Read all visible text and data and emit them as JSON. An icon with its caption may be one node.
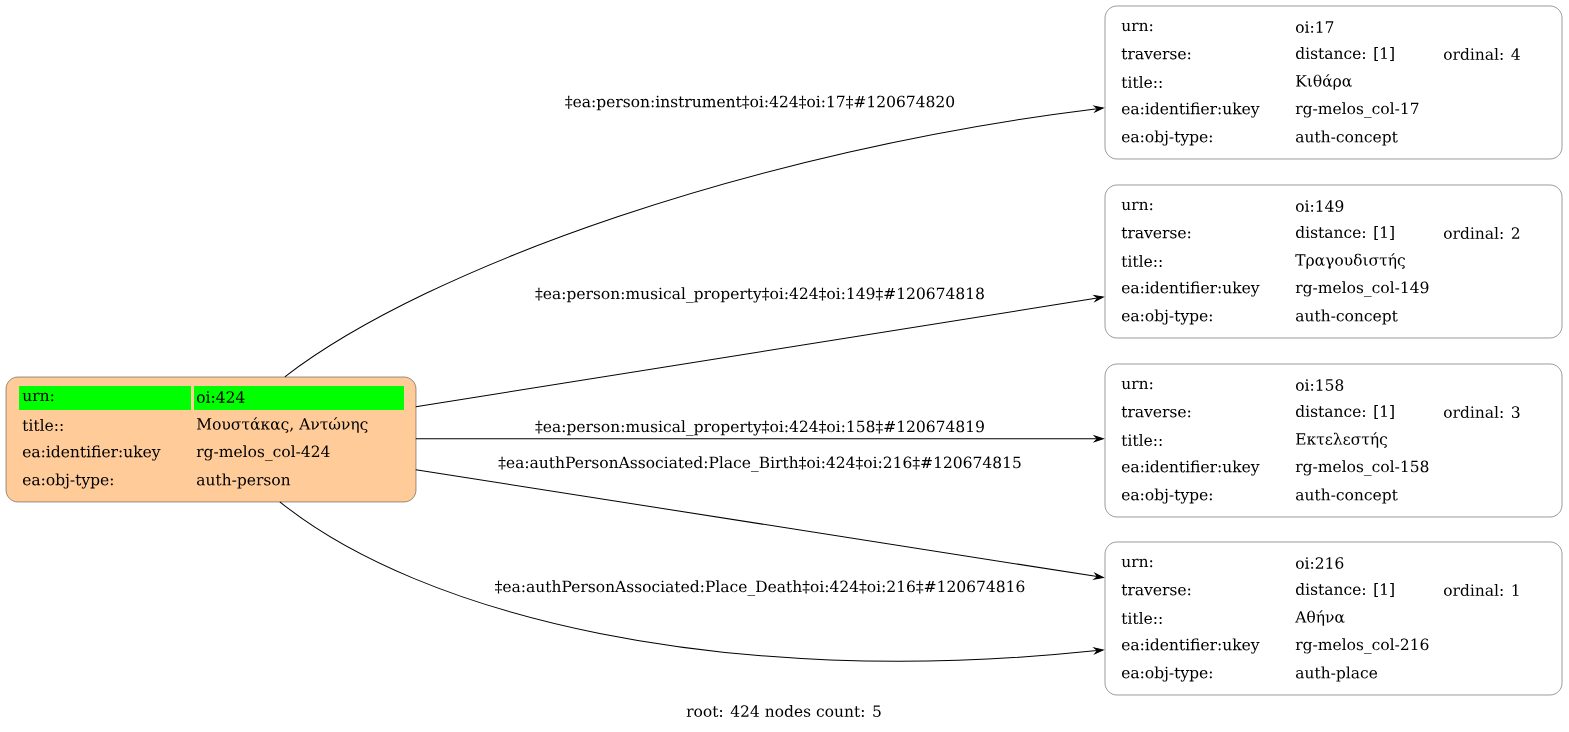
{
  "diagram": {
    "caption": "root: 424 nodes count: 5",
    "nodes": [
      {
        "text": [
          "urn:",
          "oi:424",
          "title::",
          "Μουστάκας, Αντώνης",
          "ea:identifier:ukey",
          "rg-melos_col-424",
          "ea:obj-type:",
          "auth-person"
        ]
      },
      {
        "text": [
          "urn:",
          "oi:17",
          "traverse:",
          "distance: [1]",
          "ordinal: 4",
          "title::",
          "Κιθάρα",
          "ea:identifier:ukey",
          "rg-melos_col-17",
          "ea:obj-type:",
          "auth-concept"
        ]
      },
      {
        "text": [
          "urn:",
          "oi:149",
          "traverse:",
          "distance: [1]",
          "ordinal: 2",
          "title::",
          "Τραγουδιστής",
          "ea:identifier:ukey",
          "rg-melos_col-149",
          "ea:obj-type:",
          "auth-concept"
        ]
      },
      {
        "text": [
          "urn:",
          "oi:158",
          "traverse:",
          "distance: [1]",
          "ordinal: 3",
          "title::",
          "Εκτελεστής",
          "ea:identifier:ukey",
          "rg-melos_col-158",
          "ea:obj-type:",
          "auth-concept"
        ]
      },
      {
        "text": [
          "urn:",
          "oi:216",
          "traverse:",
          "distance: [1]",
          "ordinal: 1",
          "title::",
          "Αθήνα",
          "ea:identifier:ukey",
          "rg-melos_col-216",
          "ea:obj-type:",
          "auth-place"
        ]
      }
    ],
    "edges": [
      {
        "from": 0,
        "to": 1,
        "arrow": "to",
        "label": "‡ea:person:instrument‡oi:424‡oi:17‡#120674820"
      },
      {
        "from": 0,
        "to": 2,
        "arrow": "to",
        "label": "‡ea:person:musical_property‡oi:424‡oi:149‡#120674818"
      },
      {
        "from": 0,
        "to": 3,
        "arrow": "to",
        "label": "‡ea:person:musical_property‡oi:424‡oi:158‡#120674819"
      },
      {
        "from": 0,
        "to": 4,
        "arrow": "to",
        "label": "‡ea:authPersonAssociated:Place_Birth‡oi:424‡oi:216‡#120674815"
      },
      {
        "from": 0,
        "to": 4,
        "arrow": "to",
        "label": "‡ea:authPersonAssociated:Place_Death‡oi:424‡oi:216‡#120674816"
      }
    ]
  }
}
